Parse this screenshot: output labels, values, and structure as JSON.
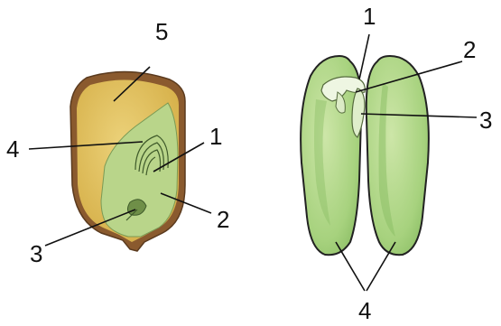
{
  "corn_seed": {
    "labels": {
      "l1": "1",
      "l2": "2",
      "l3": "3",
      "l4": "4",
      "l5": "5"
    }
  },
  "bean_seed": {
    "labels": {
      "l1": "1",
      "l2": "2",
      "l3": "3",
      "l4": "4"
    }
  },
  "colors": {
    "corn_coat": "#8a5a2e",
    "endosperm": "#e2c25e",
    "corn_embryo": "#b9d58a",
    "bean_coat": "#222222",
    "cotyledon": "#a7d27e",
    "cotyledon_shadow": "#7fb25c",
    "bud": "#e6f2d3"
  }
}
